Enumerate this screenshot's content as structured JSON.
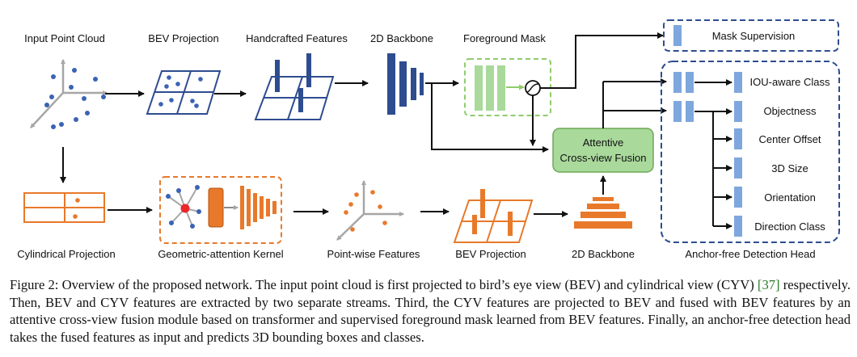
{
  "labels": {
    "input_point_cloud": "Input Point Cloud",
    "bev_projection_top": "BEV Projection",
    "handcrafted_features": "Handcrafted Features",
    "backbone_2d_top": "2D Backbone",
    "foreground_mask": "Foreground Mask",
    "mask_supervision": "Mask Supervision",
    "attentive_fusion_line1": "Attentive",
    "attentive_fusion_line2": "Cross-view Fusion",
    "cylindrical_projection": "Cylindrical Projection",
    "geometric_attention_kernel": "Geometric-attention Kernel",
    "pointwise_features": "Point-wise Features",
    "bev_projection_bottom": "BEV Projection",
    "backbone_2d_bottom": "2D Backbone",
    "detection_head": "Anchor-free Detection Head"
  },
  "head_outputs": [
    "IOU-aware Class",
    "Objectness",
    "Center Offset",
    "3D Size",
    "Orientation",
    "Direction Class"
  ],
  "caption": {
    "part1": "Figure 2: Overview of the proposed network. The input point cloud is first projected to bird’s eye view (BEV) and cylindrical view (CYV) ",
    "cite": "[37]",
    "part2": " respectively. Then, BEV and CYV features are extracted by two separate streams. Third, the CYV features are projected to BEV and fused with BEV features by an attentive cross-view fusion module based on transformer and supervised foreground mask learned from BEV features. Finally, an anchor-free detection head takes the fused features as input and predicts 3D bounding boxes and classes."
  },
  "colors": {
    "bev_blue": "#2e4d8f",
    "cyv_orange": "#e8792a",
    "mask_green": "#8fcc6a",
    "fusion_green": "#a9d99b",
    "head_blue": "#7ea7dd",
    "point_blue": "#3b63b4",
    "axis_gray": "#a6a6a6",
    "focus_red": "#e8282a",
    "citation_green": "#2a7a2a"
  }
}
